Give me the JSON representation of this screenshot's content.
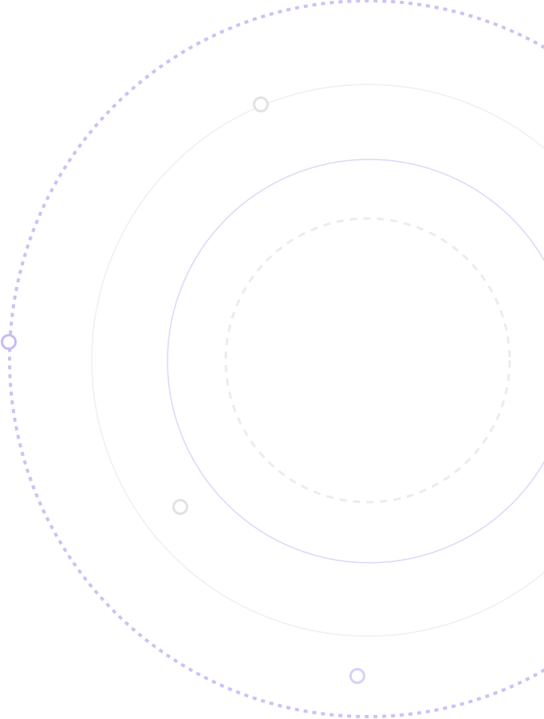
{
  "colors": {
    "background": "#ffffff",
    "outer_dotted_ring": "#c9c3f4",
    "thin_gray_ring": "#efeff1",
    "lavender_ring": "#dcd7f8",
    "inner_dashed_ring": "#ececee",
    "node_gray": "#e2e2e4",
    "node_lavender": "#c4bdf2",
    "node_lavender_light": "#d6d1f6"
  },
  "decoration": {
    "rings": [
      "outer-dotted-ring",
      "thin-gray-ring",
      "lavender-ring",
      "inner-dashed-ring"
    ],
    "nodes": [
      "orbit-node-top",
      "orbit-node-left",
      "orbit-node-lower-left",
      "orbit-node-bottom"
    ]
  }
}
